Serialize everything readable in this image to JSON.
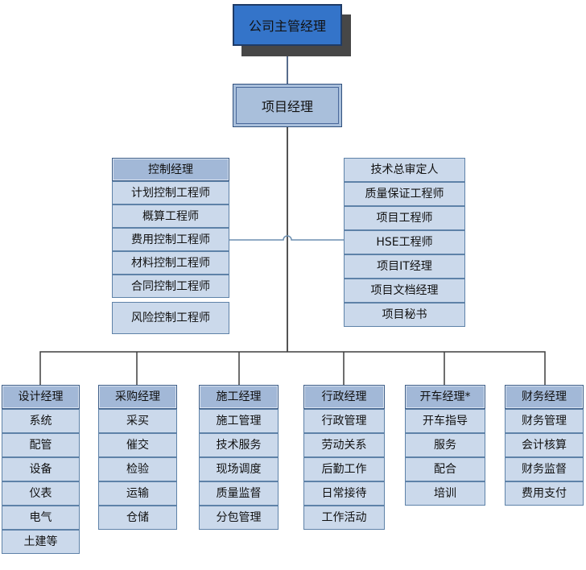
{
  "nodes": {
    "root": "公司主管经理",
    "project_manager": "项目经理"
  },
  "control_list": {
    "header": "控制经理",
    "items": [
      "计划控制工程师",
      "概算工程师",
      "费用控制工程师",
      "材料控制工程师",
      "合同控制工程师",
      "风险控制工程师"
    ]
  },
  "staff_list": {
    "items": [
      "技术总审定人",
      "质量保证工程师",
      "项目工程师",
      "HSE工程师",
      "项目IT经理",
      "项目文档经理",
      "项目秘书"
    ]
  },
  "departments": [
    {
      "header": "设计经理",
      "items": [
        "系统",
        "配管",
        "设备",
        "仪表",
        "电气",
        "土建等"
      ]
    },
    {
      "header": "采购经理",
      "items": [
        "采买",
        "催交",
        "检验",
        "运输",
        "仓储"
      ]
    },
    {
      "header": "施工经理",
      "items": [
        "施工管理",
        "技术服务",
        "现场调度",
        "质量监督",
        "分包管理"
      ]
    },
    {
      "header": "行政经理",
      "items": [
        "行政管理",
        "劳动关系",
        "后勤工作",
        "日常接待",
        "工作活动"
      ]
    },
    {
      "header": "开车经理*",
      "items": [
        "开车指导",
        "服务",
        "配合",
        "培训"
      ]
    },
    {
      "header": "财务经理",
      "items": [
        "财务管理",
        "会计核算",
        "财务监督",
        "费用支付"
      ]
    }
  ],
  "colors": {
    "top_fill": "#3474C9",
    "top_border": "#1F3B66",
    "shadow": "#474747",
    "pm_fill": "#A9BFDB",
    "pm_inner": "#4A699B",
    "box_border": "#2F4F7D",
    "row_fill": "#CBD9EB",
    "row_border": "#5E82A8",
    "header_fill": "#A2B8D7",
    "header_border": "#3E5E88",
    "header_inner": "#DCE5F1",
    "line_dark": "#1F3B66",
    "line_black": "#1A1A1A",
    "line_slate": "#6C8EB0",
    "line_tree": "#3F3F3F",
    "text": "#111111"
  }
}
